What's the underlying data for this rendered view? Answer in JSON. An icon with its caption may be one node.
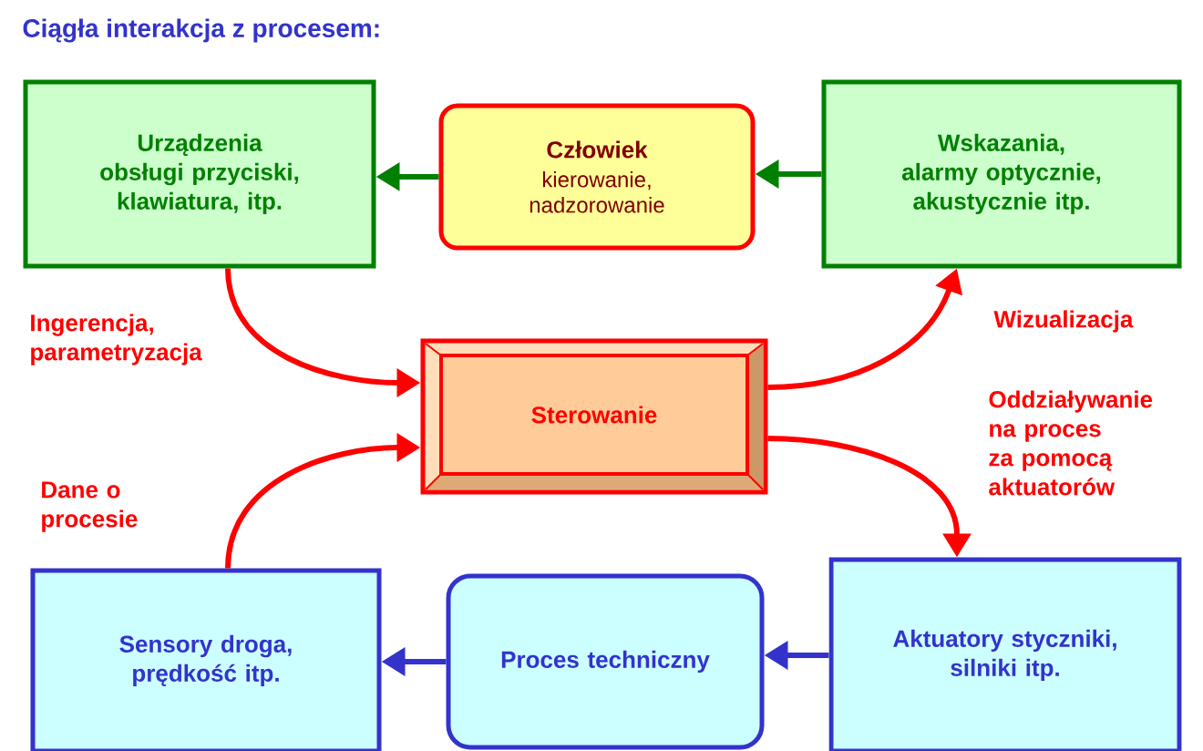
{
  "diagram": {
    "title": "Ciągła interakcja z procesem:",
    "nodes": [
      {
        "text": [
          "Urządzenia obsługi przyciski, klawiatura, itp."
        ]
      },
      {
        "text": [
          "Człowiek",
          "kierowanie, nadzorowanie"
        ]
      },
      {
        "text": [
          "Wskazania, alarmy optycznie, akustycznie itp."
        ]
      },
      {
        "text": [
          "Sterowanie"
        ]
      },
      {
        "text": [
          "Sensory droga, prędkość itp."
        ]
      },
      {
        "text": [
          "Proces techniczny"
        ]
      },
      {
        "text": [
          "Aktuatory styczniki, silniki itp."
        ]
      }
    ],
    "edges": [
      {
        "from": 1,
        "to": 0,
        "arrow": "to",
        "color": "#008000"
      },
      {
        "from": 2,
        "to": 1,
        "arrow": "to",
        "color": "#008000"
      },
      {
        "from": 0,
        "to": 3,
        "arrow": "to",
        "label": "Ingerencja, parametryzacja"
      },
      {
        "from": 3,
        "to": 2,
        "arrow": "to",
        "label": "Wizualizacja"
      },
      {
        "from": 3,
        "to": 6,
        "arrow": "to",
        "label": "Oddziaływanie na proces za pomocą aktuatorów"
      },
      {
        "from": 4,
        "to": 3,
        "arrow": "to",
        "label": "Dane o procesie"
      },
      {
        "from": 6,
        "to": 5,
        "arrow": "to",
        "color": "#3333cc"
      },
      {
        "from": 5,
        "to": 4,
        "arrow": "to",
        "color": "#3333cc"
      }
    ]
  }
}
